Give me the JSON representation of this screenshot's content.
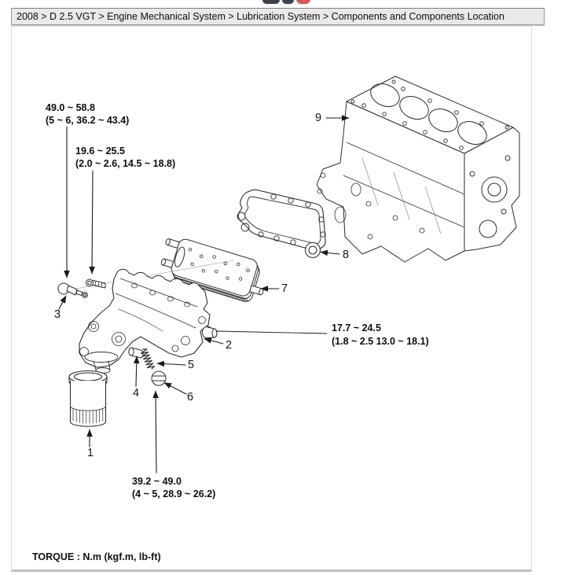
{
  "header": {
    "breadcrumb": "2008 > D 2.5 VGT > Engine Mechanical System > Lubrication System > Components and Components Location",
    "logo_colors": {
      "dark": "#3d414a",
      "red": "#e05454"
    }
  },
  "diagram": {
    "ink": "#222222",
    "torque_specs": [
      {
        "line1": "49.0 ~ 58.8",
        "line2": "(5 ~ 6, 36.2 ~ 43.4)"
      },
      {
        "line1": "19.6 ~ 25.5",
        "line2": "(2.0 ~ 2.6, 14.5 ~ 18.8)"
      },
      {
        "line1": "17.7 ~ 24.5",
        "line2": "(1.8 ~ 2.5 13.0 ~ 18.1)"
      },
      {
        "line1": "39.2 ~ 49.0",
        "line2": "(4 ~ 5, 28.9 ~ 26.2)"
      }
    ],
    "callouts": [
      "1",
      "2",
      "3",
      "4",
      "5",
      "6",
      "7",
      "8",
      "9"
    ],
    "footer_note": "TORQUE : N.m (kgf.m, lb-ft)"
  }
}
